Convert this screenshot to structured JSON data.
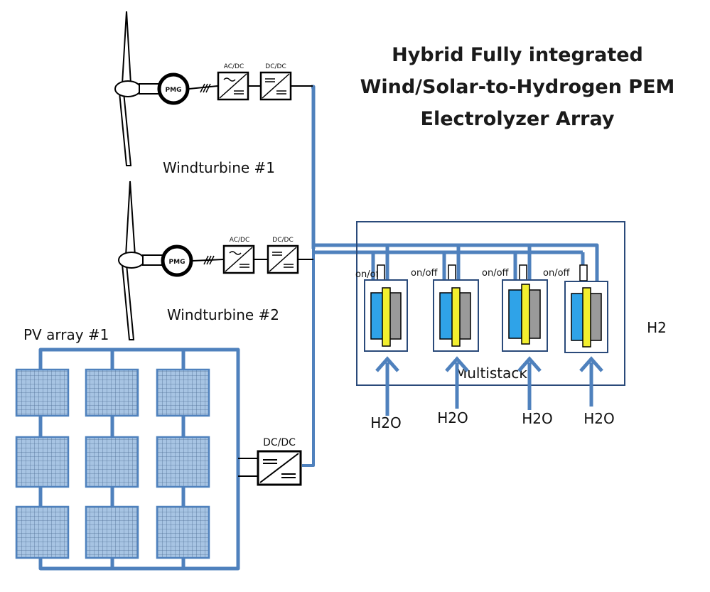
{
  "title_lines": [
    "Hybrid Fully integrated",
    "Wind/Solar-to-Hydrogen PEM",
    "Electrolyzer Array"
  ],
  "wind_turbines": [
    {
      "label": "Windturbine #1",
      "generator": "PMG",
      "converter_1": "AC/DC",
      "converter_2": "DC/DC"
    },
    {
      "label": "Windturbine #2",
      "generator": "PMG",
      "converter_1": "AC/DC",
      "converter_2": "DC/DC"
    }
  ],
  "pv_array": {
    "label": "PV array #1",
    "converter": "DC/DC"
  },
  "electrolyzer": {
    "label": "Multistack",
    "output": "H2",
    "stacks": [
      {
        "switch": "on/off",
        "input": "H2O"
      },
      {
        "switch": "on/off",
        "input": "H2O"
      },
      {
        "switch": "on/off",
        "input": "H2O"
      },
      {
        "switch": "on/off",
        "input": "H2O"
      }
    ]
  },
  "colors": {
    "bus": "#4f81bd",
    "pv_panel": "#a7c4e3",
    "membrane_blue": "#2fa3e8",
    "membrane_yellow": "#f2ef2f",
    "membrane_gray": "#9a9a9a",
    "outline": "#000000"
  },
  "icons": [
    "wind-turbine-icon",
    "pmg-generator-icon",
    "converter-icon",
    "pv-panel-icon",
    "electrolyzer-cell-icon"
  ]
}
